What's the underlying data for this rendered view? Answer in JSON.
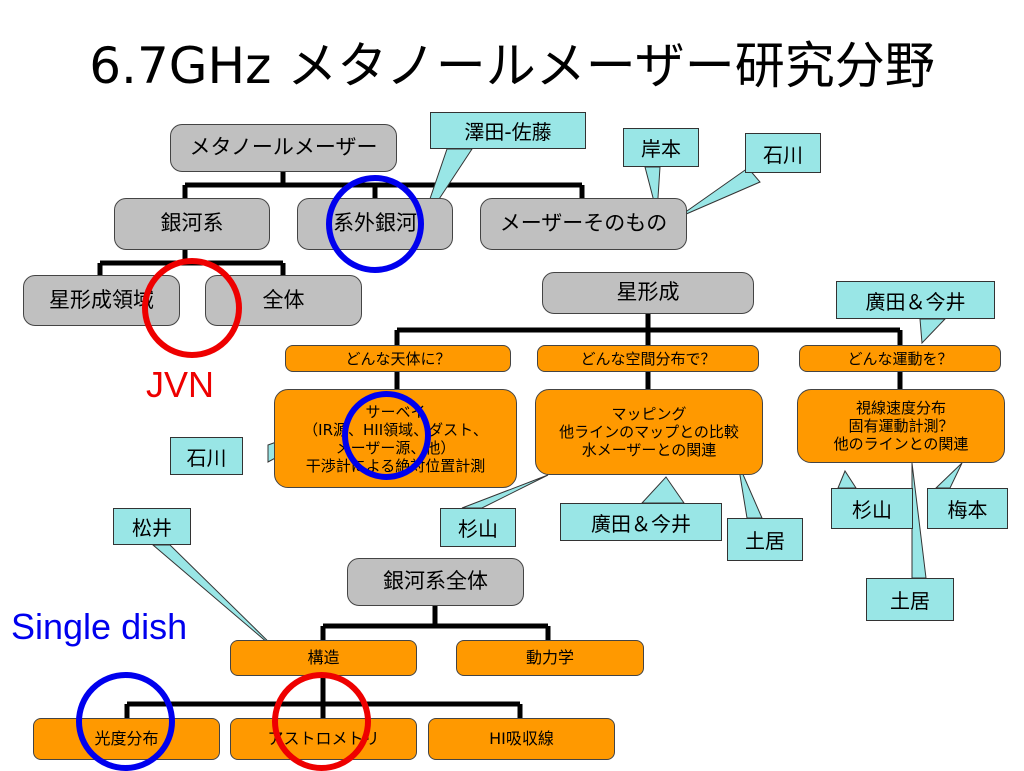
{
  "title": "6.7GHz メタノールメーザー研究分野",
  "tree1": {
    "root": "メタノールメーザー",
    "galactic": "銀河系",
    "extragalactic": "系外銀河",
    "maser_itself": "メーザーそのもの",
    "star_forming_region": "星形成領域",
    "whole": "全体"
  },
  "tree2": {
    "root": "星形成",
    "q_which_object": "どんな天体に？",
    "q_spatial": "どんな空間分布で？",
    "q_motion": "どんな運動を？",
    "survey": [
      "サーベイ",
      "（IR源、HII領域、ダスト、",
      "メーザー源、他）",
      "干渉計による絶対位置計測"
    ],
    "mapping": [
      "マッピング",
      "他ラインのマップとの比較",
      "水メーザーとの関連"
    ],
    "velocity": [
      "視線速度分布",
      "固有運動計測？",
      "他のラインとの関連"
    ]
  },
  "tree3": {
    "root": "銀河系全体",
    "structure": "構造",
    "dynamics": "動力学",
    "luminosity_function": "光度分布",
    "astrometry": "アストロメトリ",
    "hi_absorption": "HI吸収線"
  },
  "callouts": {
    "sawada_sato": "澤田-佐藤",
    "kishimoto": "岸本",
    "ishikawa_top": "石川",
    "hirota_imai_top": "廣田＆今井",
    "ishikawa_left": "石川",
    "sugiyama_center": "杉山",
    "hirota_imai_center": "廣田＆今井",
    "doi_center": "土居",
    "sugiyama_right": "杉山",
    "umemoto": "梅本",
    "doi_right": "土居",
    "matsui": "松井"
  },
  "labels": {
    "jvn": "JVN",
    "single_dish": "Single dish"
  },
  "colors": {
    "gray_box": "#c0c0c0",
    "orange_box": "#ff9900",
    "callout": "#99e6e6",
    "ring_blue": "#0000ee",
    "ring_red": "#ee0000"
  }
}
